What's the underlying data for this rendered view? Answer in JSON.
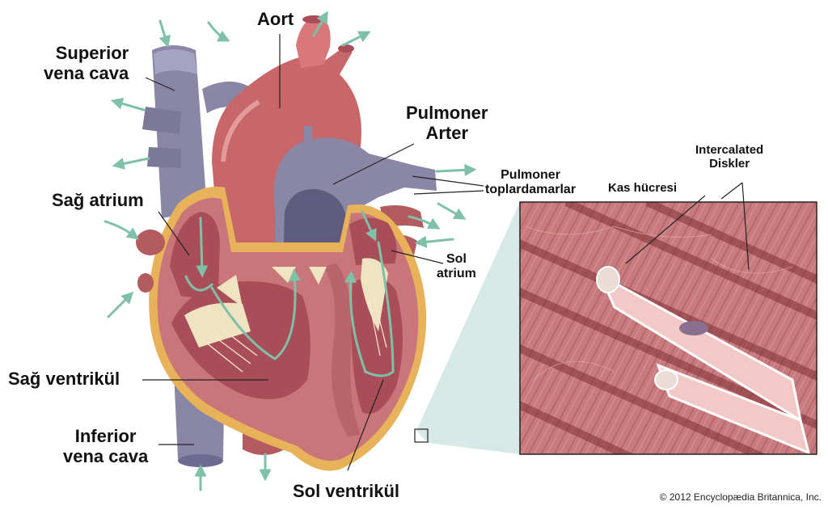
{
  "labels": {
    "aorta": "Aort",
    "svc": [
      "Superior",
      "vena cava"
    ],
    "pulmonary_artery": [
      "Pulmoner",
      "Arter"
    ],
    "pulmonary_veins": [
      "Pulmoner",
      "toplardamarlar"
    ],
    "right_atrium": "Sağ atrium",
    "left_atrium": [
      "Sol",
      "atrium"
    ],
    "right_ventricle": "Sağ ventrikül",
    "left_ventricle": "Sol ventrikül",
    "ivc": [
      "Inferior",
      "vena cava"
    ],
    "muscle_cell": "Kas hücresi",
    "intercalated_discs": [
      "Intercalated",
      "Diskler"
    ]
  },
  "copyright": "© 2012 Encyclopædia Britannica, Inc.",
  "colors": {
    "vein": "#8a86a6",
    "vein_dark": "#5f5b7c",
    "artery": "#c8676a",
    "muscle": "#c9767a",
    "chamber": "#a94e58",
    "valve": "#efe3c2",
    "flow_arrow": "#7fc0a8",
    "fat": "#e8b25a",
    "zoom_bg": "#8c3a3f",
    "zoom_cone": "#cfe5e2"
  }
}
